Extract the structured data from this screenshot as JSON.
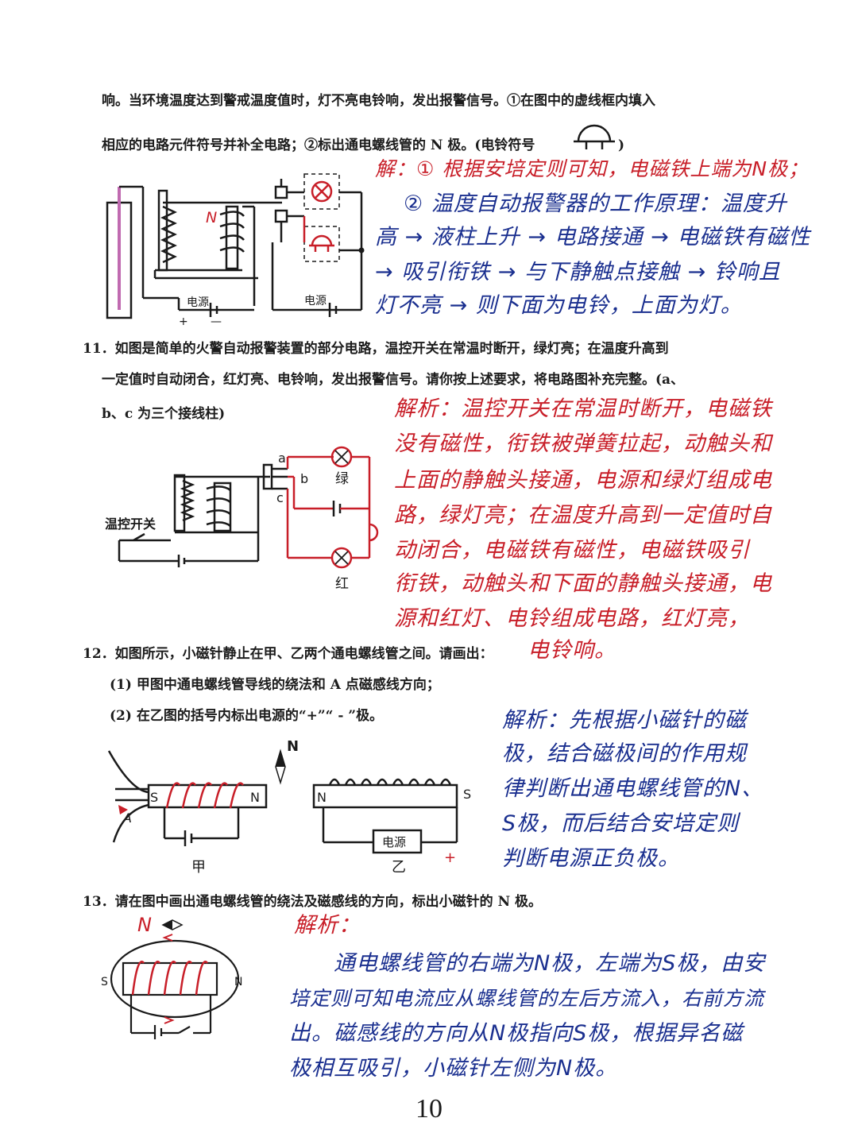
{
  "q10": {
    "line1": "响。当环境温度达到警戒温度值时，灯不亮电铃响，发出报警信号。①在图中的虚线框内填入",
    "line2": "相应的电路元件符号并补全电路；②标出通电螺线管的 N 极。(电铃符号",
    "line2_end": ")",
    "diagram": {
      "n_label": "N",
      "source1": "电源",
      "source2": "电源",
      "plus": "+",
      "minus": "—"
    },
    "answer": [
      "解：① 根据安培定则可知，电磁铁上端为N极；",
      "② 温度自动报警器的工作原理：温度升",
      "高 → 液柱上升 → 电路接通 → 电磁铁有磁性",
      "→ 吸引衔铁 → 与下静触点接触 → 铃响且",
      "灯不亮 → 则下面为电铃，上面为灯。"
    ]
  },
  "q11": {
    "line1": "11．如图是简单的火警自动报警装置的部分电路，温控开关在常温时断开，绿灯亮；在温度升高到",
    "line2": "一定值时自动闭合，红灯亮、电铃响，发出报警信号。请你按上述要求，将电路图补充完整。(a、",
    "line3": "b、c 为三个接线柱)",
    "diagram": {
      "switch_label": "温控开关",
      "a": "a",
      "b": "b",
      "c": "c",
      "green": "绿",
      "red": "红"
    },
    "answer": [
      "解析：温控开关在常温时断开，电磁铁",
      "没有磁性，衔铁被弹簧拉起，动触头和",
      "上面的静触头接通，电源和绿灯组成电",
      "路，绿灯亮；在温度升高到一定值时自",
      "动闭合，电磁铁有磁性，电磁铁吸引",
      "衔铁，动触头和下面的静触头接通，电",
      "源和红灯、电铃组成电路，红灯亮，",
      "电铃响。"
    ]
  },
  "q12": {
    "line1": "12．如图所示，小磁针静止在甲、乙两个通电螺线管之间。请画出：",
    "sub1": "(1) 甲图中通电螺线管导线的绕法和 A 点磁感线方向；",
    "sub2": "(2) 在乙图的括号内标出电源的“+”“ - ”极。",
    "diagram": {
      "compass_n": "N",
      "s_left": "S",
      "n_left": "N",
      "a_label": "A",
      "label_jia": "甲",
      "n_right": "N",
      "s_right": "S",
      "source": "电源",
      "label_yi": "乙",
      "plus": "+"
    },
    "answer": [
      "解析：先根据小磁针的磁",
      "极，结合磁极间的作用规",
      "律判断出通电螺线管的N、",
      "S极，而后结合安培定则",
      "判断电源正负极。"
    ]
  },
  "q13": {
    "line1": "13．请在图中画出通电螺线管的绕法及磁感线的方向，标出小磁针的 N 极。",
    "diagram": {
      "n_hand": "N",
      "s_label": "S",
      "n_label": "N"
    },
    "answer_title": "解析：",
    "answer": [
      "通电螺线管的右端为N极，左端为S极，由安",
      "培定则可知电流应从螺线管的左后方流入，右前方流",
      "出。磁感线的方向从N极指向S极，根据异名磁",
      "极相互吸引，小磁针左侧为N极。"
    ]
  },
  "page_number": "10"
}
